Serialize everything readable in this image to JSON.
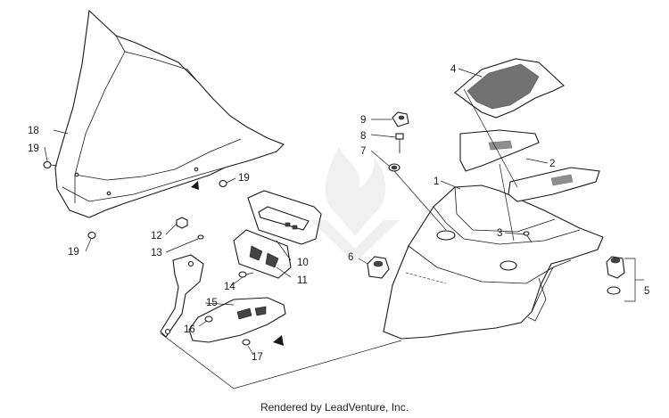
{
  "diagram": {
    "callouts": [
      {
        "id": "c18",
        "label": "18"
      },
      {
        "id": "c19a",
        "label": "19"
      },
      {
        "id": "c19b",
        "label": "19"
      },
      {
        "id": "c19c",
        "label": "19"
      },
      {
        "id": "c12",
        "label": "12"
      },
      {
        "id": "c13",
        "label": "13"
      },
      {
        "id": "c14",
        "label": "14"
      },
      {
        "id": "c10",
        "label": "10"
      },
      {
        "id": "c11",
        "label": "11"
      },
      {
        "id": "c15",
        "label": "15"
      },
      {
        "id": "c16",
        "label": "16"
      },
      {
        "id": "c17",
        "label": "17"
      },
      {
        "id": "c9",
        "label": "9"
      },
      {
        "id": "c8",
        "label": "8"
      },
      {
        "id": "c7",
        "label": "7"
      },
      {
        "id": "c4",
        "label": "4"
      },
      {
        "id": "c1",
        "label": "1"
      },
      {
        "id": "c2",
        "label": "2"
      },
      {
        "id": "c3",
        "label": "3"
      },
      {
        "id": "c6",
        "label": "6"
      },
      {
        "id": "c5",
        "label": "5"
      }
    ]
  },
  "footer": {
    "text": "Rendered by LeadVenture, Inc."
  },
  "watermark": {
    "text": "LEADVENTURE"
  }
}
